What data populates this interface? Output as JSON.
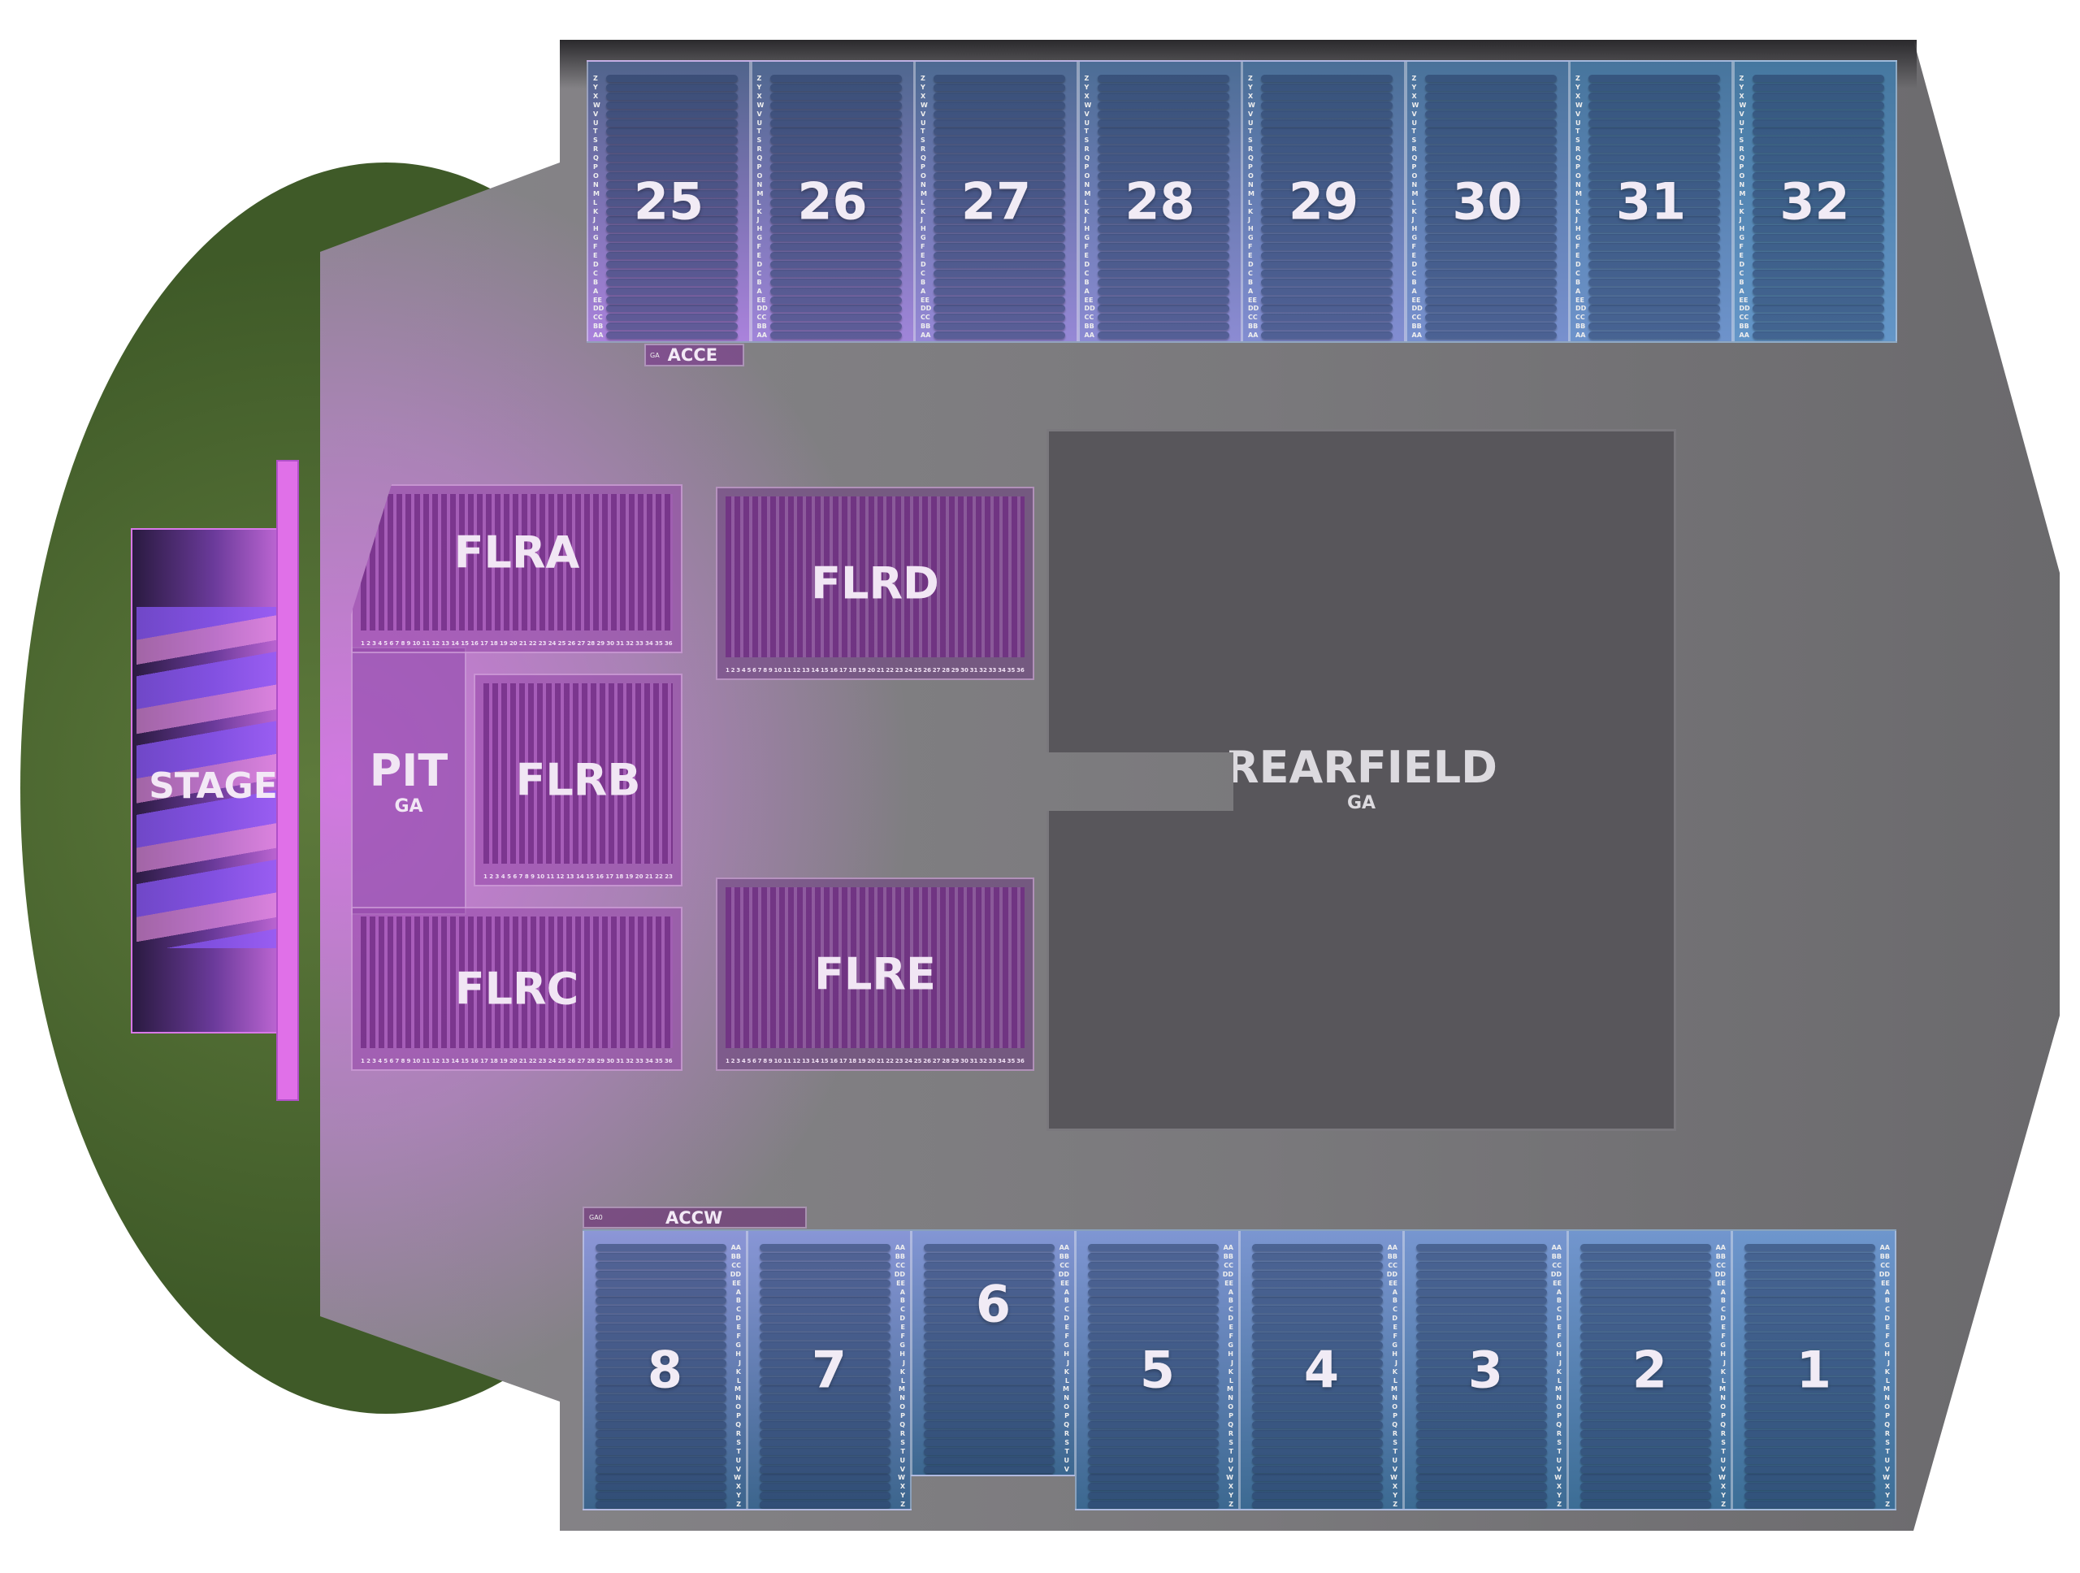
{
  "stage": {
    "label": "STAGE"
  },
  "pit": {
    "label": "PIT",
    "sub": "GA"
  },
  "rearfield": {
    "label": "REARFIELD",
    "sub": "GA"
  },
  "acce": {
    "label": "ACCE",
    "sub": "GA"
  },
  "accw": {
    "label": "ACCW",
    "sub": "GA0"
  },
  "rows_upper": [
    "Z",
    "Y",
    "X",
    "W",
    "V",
    "U",
    "T",
    "S",
    "R",
    "Q",
    "P",
    "O",
    "N",
    "M",
    "L",
    "K",
    "J",
    "H",
    "G",
    "F",
    "E",
    "D",
    "C",
    "B",
    "A",
    "EE",
    "DD",
    "CC",
    "BB",
    "AA"
  ],
  "rows_lower": [
    "AA",
    "BB",
    "CC",
    "DD",
    "EE",
    "A",
    "B",
    "C",
    "D",
    "E",
    "F",
    "G",
    "H",
    "J",
    "K",
    "L",
    "M",
    "N",
    "O",
    "P",
    "Q",
    "R",
    "S",
    "T",
    "U",
    "V",
    "W",
    "X",
    "Y",
    "Z"
  ],
  "upper_sections": [
    "25",
    "26",
    "27",
    "28",
    "29",
    "30",
    "31",
    "32"
  ],
  "lower_sections": [
    "8",
    "7",
    "6",
    "5",
    "4",
    "3",
    "2",
    "1"
  ],
  "floor_sections": [
    {
      "label": "FLRA",
      "seats": 36
    },
    {
      "label": "FLRB",
      "seats": 23
    },
    {
      "label": "FLRC",
      "seats": 36
    },
    {
      "label": "FLRD",
      "seats": 36
    },
    {
      "label": "FLRE",
      "seats": 36
    }
  ],
  "colors": {
    "grass": "#4a6630",
    "floor": "#7e7d80",
    "glow": "#d678e6",
    "rearfield": "#5a585c",
    "stage": "#e070e8"
  }
}
